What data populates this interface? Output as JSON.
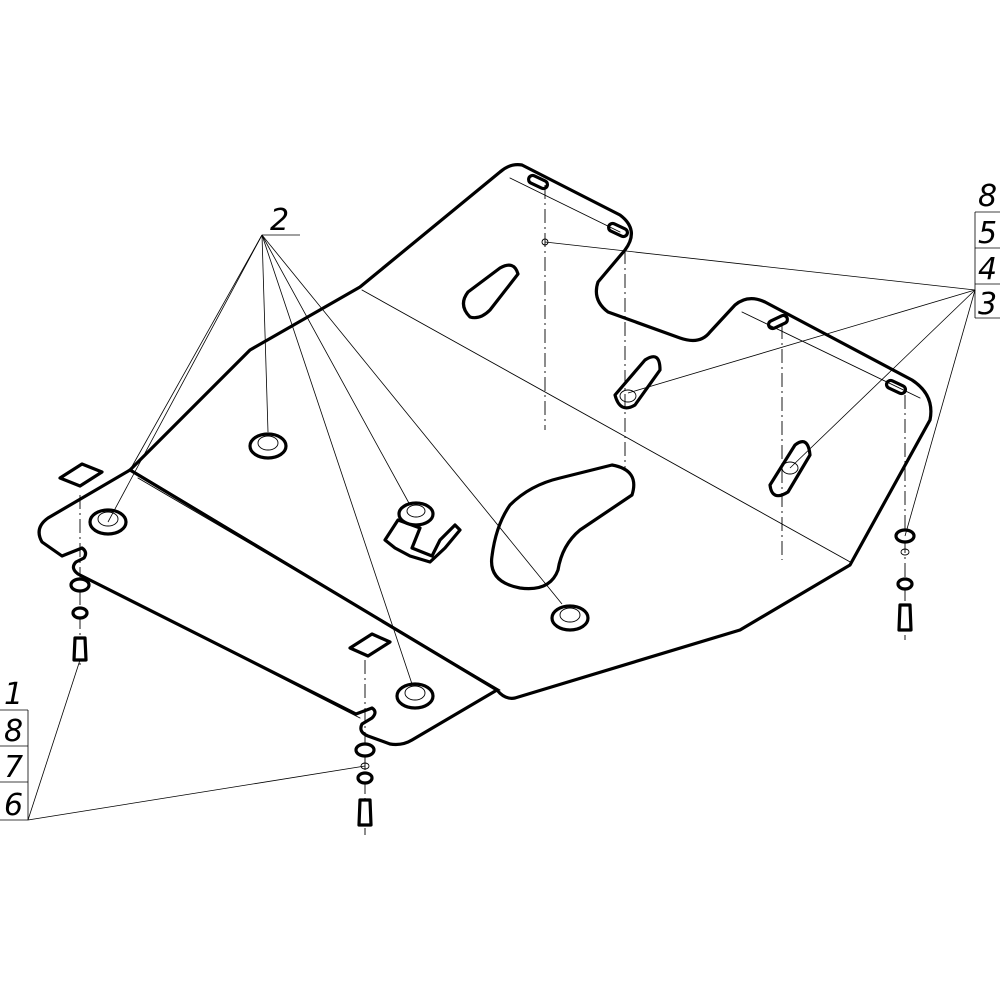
{
  "callouts": {
    "top_center": "2",
    "right_stack": [
      "8",
      "5",
      "4",
      "3"
    ],
    "left_stack": [
      "1",
      "8",
      "7",
      "6"
    ]
  },
  "colors": {
    "line": "#000000",
    "background": "#ffffff"
  }
}
